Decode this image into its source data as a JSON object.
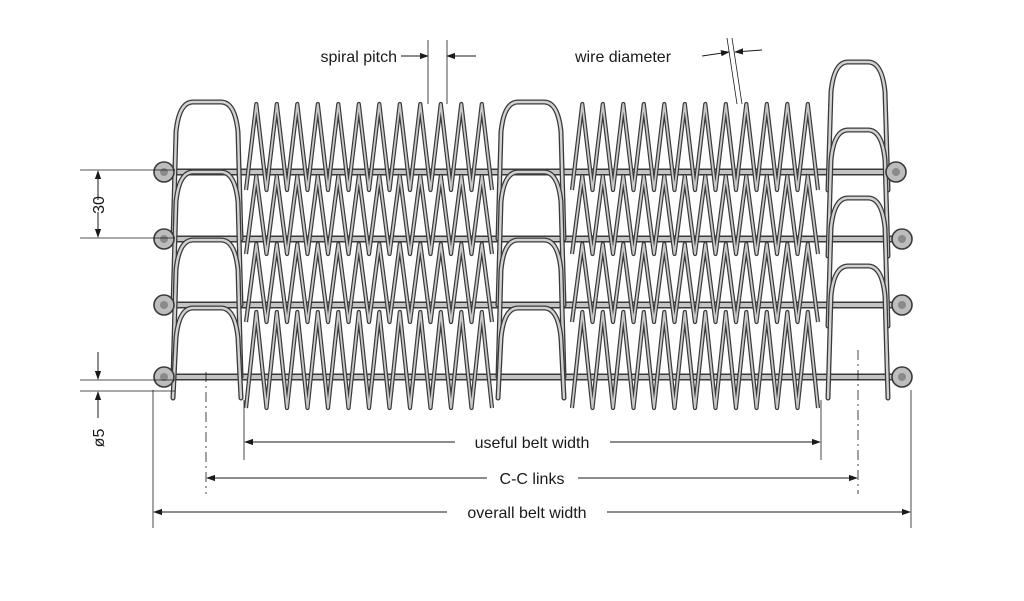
{
  "labels": {
    "spiral_pitch": "spiral pitch",
    "wire_diameter": "wire diameter",
    "useful_belt_width": "useful belt width",
    "cc_links": "C-C links",
    "overall_belt_width": "overall belt width",
    "pitch_30": "30",
    "rod_diameter": "ø5"
  },
  "colors": {
    "wire_dark": "#3a3a3a",
    "wire_light": "#d2d2d2",
    "dimension_line": "#1a1a1a"
  }
}
